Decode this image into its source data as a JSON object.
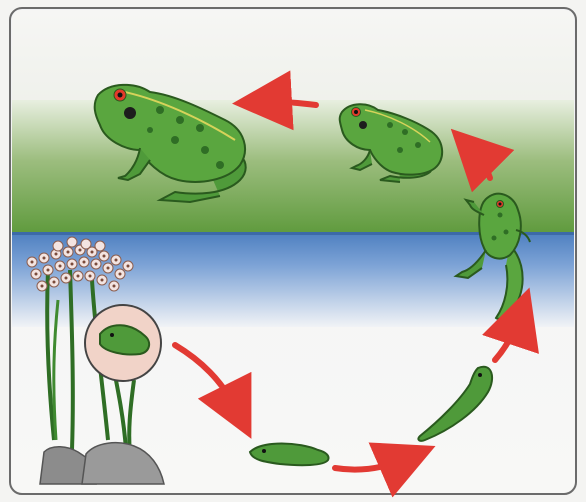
{
  "diagram": {
    "stages": [
      {
        "name": "egg-mass"
      },
      {
        "name": "embryo"
      },
      {
        "name": "tadpole"
      },
      {
        "name": "tadpole-with-legs"
      },
      {
        "name": "froglet"
      },
      {
        "name": "young-frog"
      },
      {
        "name": "adult-frog"
      }
    ],
    "colors": {
      "frame": "#6b6b6b",
      "arrow": "#e23a33",
      "frog_green": "#4f9a3a",
      "frog_dark": "#2f6e25",
      "water": "#5a84c0",
      "grass": "#8ab06a",
      "rock": "#8c8c8c"
    }
  }
}
